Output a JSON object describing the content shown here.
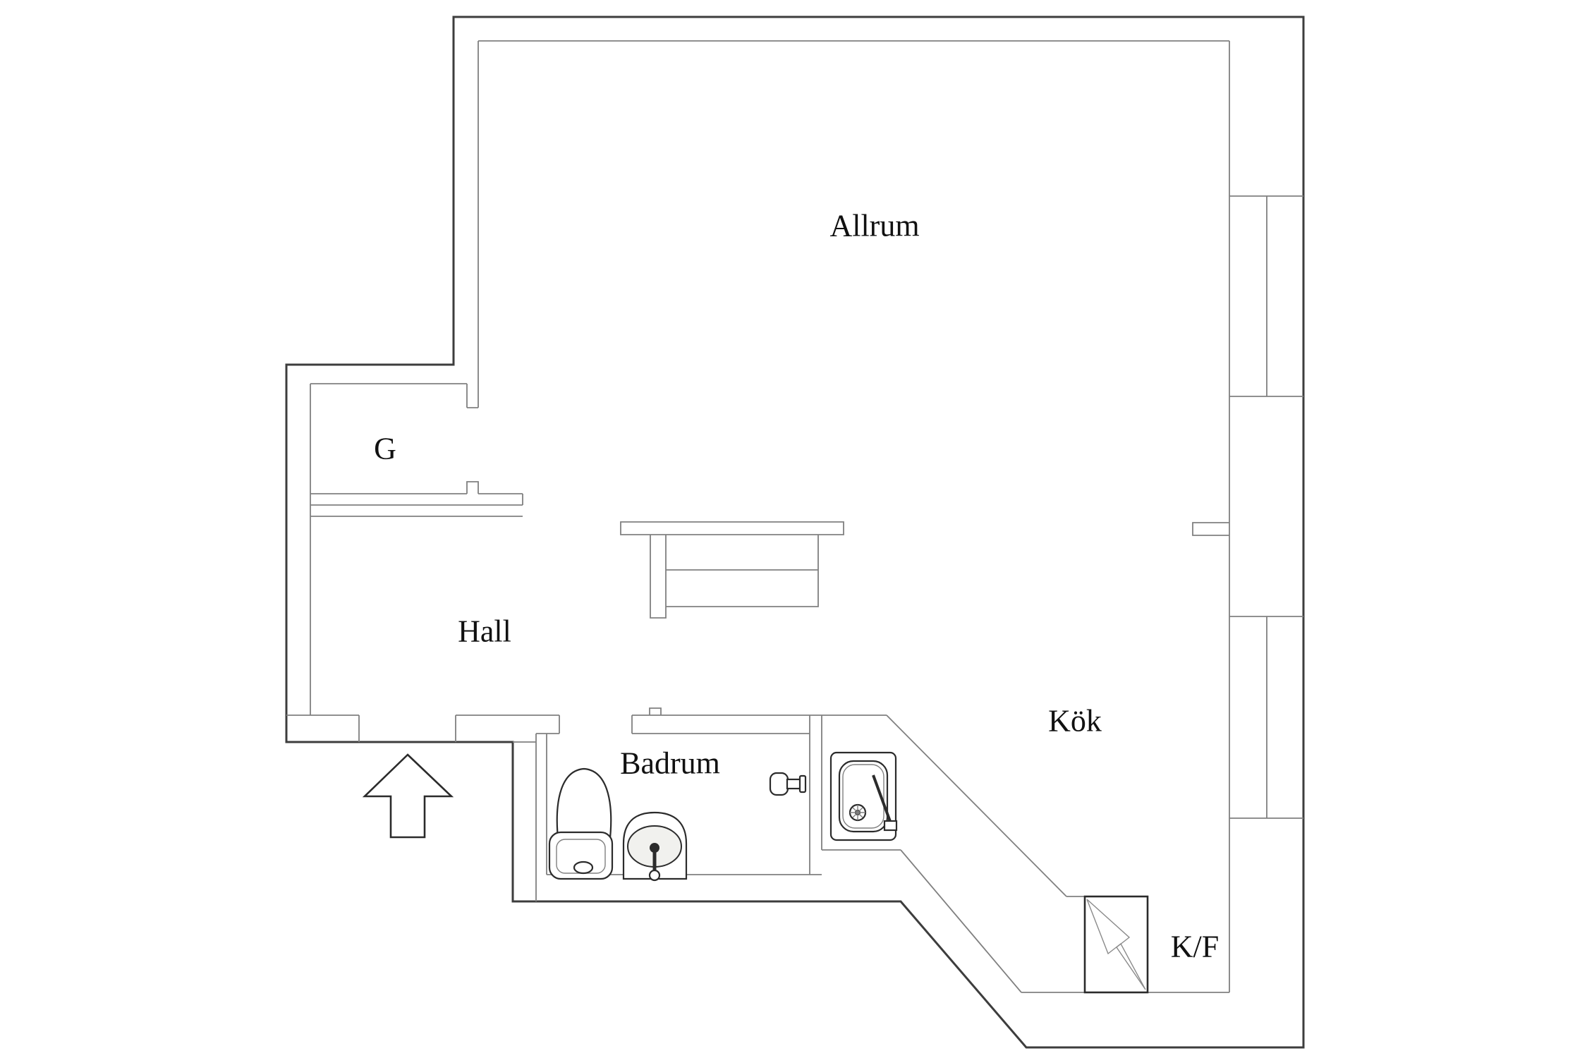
{
  "plan": {
    "type": "floor-plan",
    "language": "Swedish",
    "rooms": [
      {
        "id": "allrum",
        "label": "Allrum",
        "meaning": "living room"
      },
      {
        "id": "g",
        "label": "G",
        "meaning": "wardrobe/closet"
      },
      {
        "id": "hall",
        "label": "Hall",
        "meaning": "hallway"
      },
      {
        "id": "badrum",
        "label": "Badrum",
        "meaning": "bathroom"
      },
      {
        "id": "kok",
        "label": "Kök",
        "meaning": "kitchen"
      },
      {
        "id": "kf",
        "label": "K/F",
        "meaning": "fridge/freezer"
      }
    ],
    "fixtures": [
      "toilet",
      "washbasin",
      "shower-mixer",
      "kitchen-sink",
      "fridge-freezer-bolt",
      "counter-unit",
      "entrance-arrow"
    ],
    "windows": [
      {
        "side": "right",
        "position": "upper"
      },
      {
        "side": "right",
        "position": "lower"
      }
    ],
    "colors": {
      "background": "#ffffff",
      "outer_wall": "#3d3d3d",
      "inner_wall": "#808080",
      "fixture": "#2b2b2b",
      "text": "#111111"
    }
  }
}
